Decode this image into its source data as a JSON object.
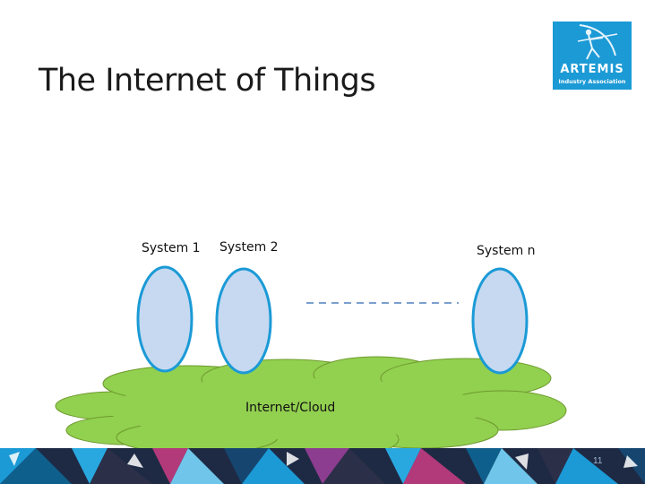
{
  "slide": {
    "title": "The Internet of Things",
    "page_number": "11"
  },
  "logo": {
    "name": "ARTEMIS",
    "subtitle": "Industry Association",
    "color": "#1b9ad6"
  },
  "diagram": {
    "systems": [
      {
        "label": "System 1"
      },
      {
        "label": "System 2"
      },
      {
        "label": "System n"
      }
    ],
    "cloud_label": "Internet/Cloud",
    "colors": {
      "system_fill": "#c6d9f1",
      "system_stroke": "#1b9ad6",
      "cloud_fill": "#92d050",
      "cloud_stroke": "#6e9a2e",
      "ellipsis_dash": "#4f81bd"
    }
  }
}
